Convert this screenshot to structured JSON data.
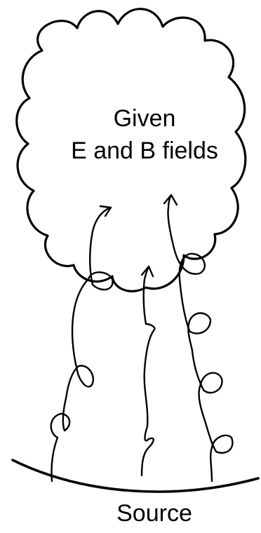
{
  "diagram": {
    "region_label_line1": "Given",
    "region_label_line2": "E and B fields",
    "source_label": "Source",
    "stroke_color": "#000000",
    "background_color": "#ffffff"
  }
}
